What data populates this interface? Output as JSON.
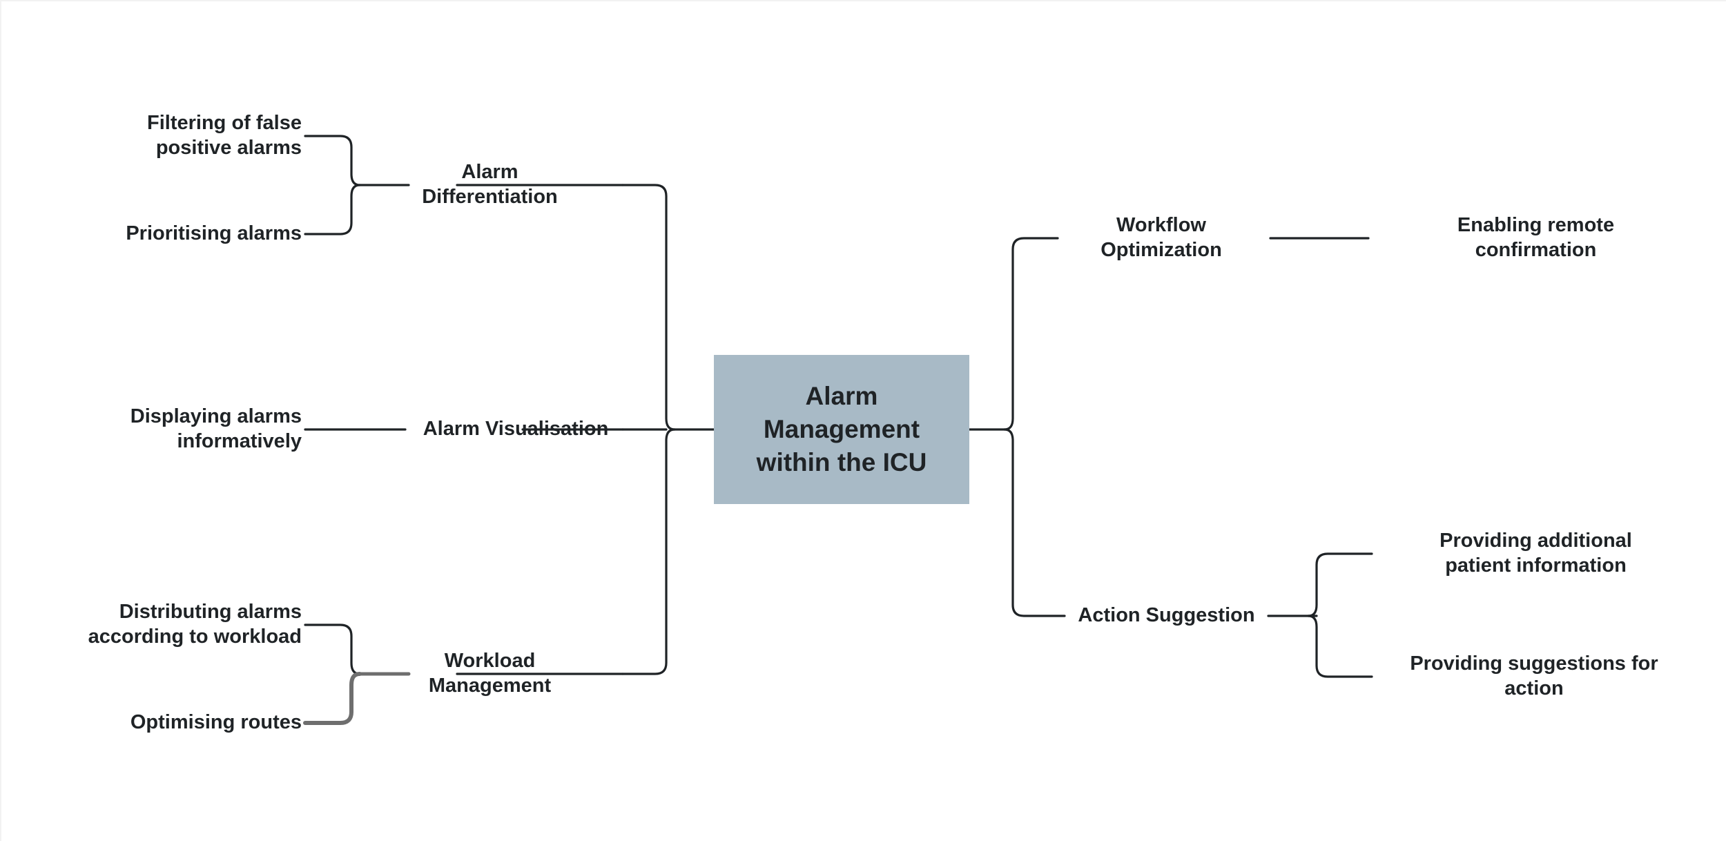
{
  "diagram": {
    "type": "mind-map",
    "title": "Alarm Management within the ICU",
    "center": {
      "label": "Alarm\nManagement\nwithin the ICU",
      "fill_color": "#a8bac6",
      "text_color": "#1f2326"
    },
    "connector_colors": {
      "default": "#1f2326",
      "muted": "#6e6e6e"
    },
    "background_color": "#ffffff",
    "branches": [
      {
        "id": "alarm-differentiation",
        "label": "Alarm\nDifferentiation",
        "side": "left",
        "children": [
          {
            "id": "filtering-false-positives",
            "label": "Filtering of false\npositive alarms"
          },
          {
            "id": "prioritising-alarms",
            "label": "Prioritising alarms"
          }
        ]
      },
      {
        "id": "alarm-visualisation",
        "label": "Alarm Visualisation",
        "side": "left",
        "children": [
          {
            "id": "displaying-alarms-informatively",
            "label": "Displaying alarms\ninformatively"
          }
        ]
      },
      {
        "id": "workload-management",
        "label": "Workload\nManagement",
        "side": "left",
        "children": [
          {
            "id": "distributing-alarms-workload",
            "label": "Distributing alarms\naccording to workload"
          },
          {
            "id": "optimising-routes",
            "label": "Optimising routes"
          }
        ]
      },
      {
        "id": "workflow-optimization",
        "label": "Workflow\nOptimization",
        "side": "right",
        "children": [
          {
            "id": "enabling-remote-confirmation",
            "label": "Enabling remote\nconfirmation"
          }
        ]
      },
      {
        "id": "action-suggestion",
        "label": "Action Suggestion",
        "side": "right",
        "children": [
          {
            "id": "providing-additional-patient-information",
            "label": "Providing additional\npatient information"
          },
          {
            "id": "providing-suggestions-for-action",
            "label": "Providing suggestions for\naction"
          }
        ]
      }
    ]
  }
}
